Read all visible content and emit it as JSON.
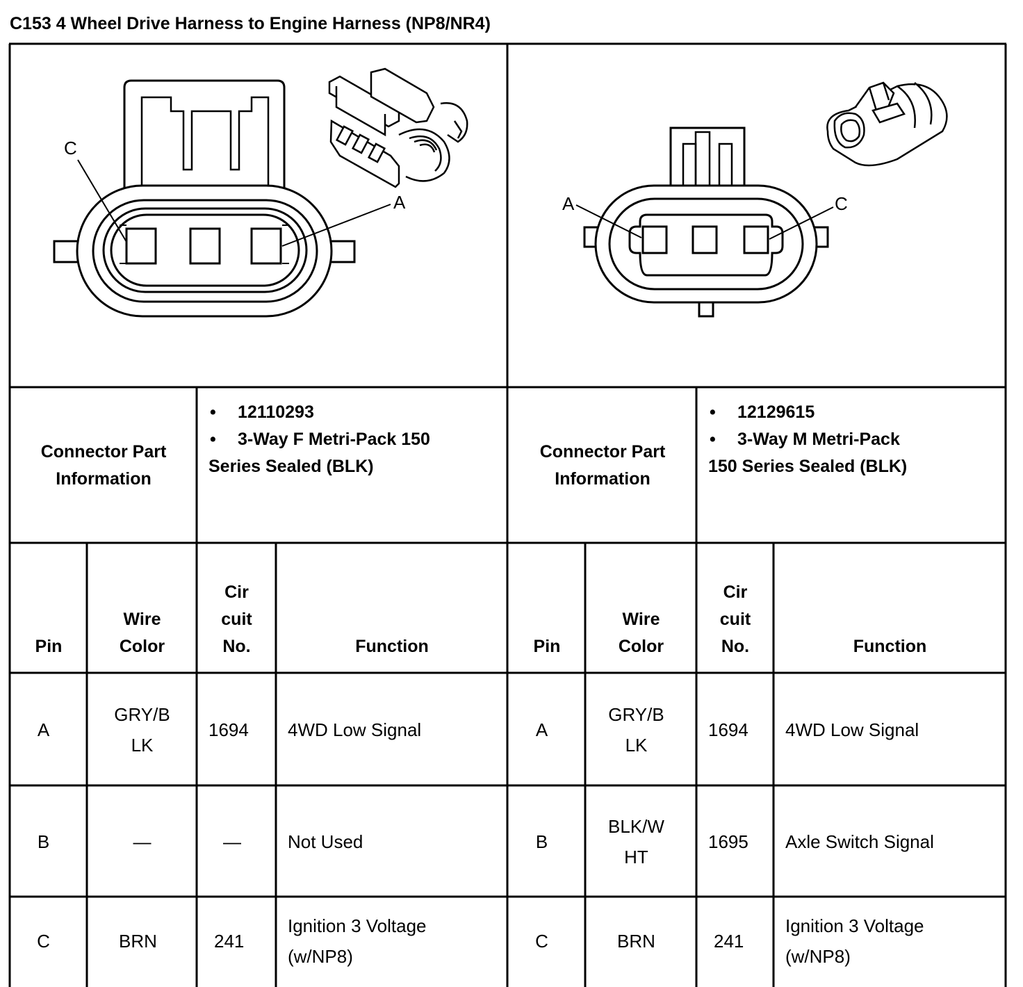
{
  "title": "C153 4 Wheel Drive Harness to Engine Harness (NP8/NR4)",
  "left": {
    "pin_labels": {
      "c": "C",
      "a": "A"
    },
    "info_label": "Connector Part Information",
    "part_number": "12110293",
    "description_line1": "3-Way F Metri-Pack 150",
    "description_line2": "Series Sealed (BLK)",
    "headers": {
      "pin": "Pin",
      "wire_color_1": "Wire",
      "wire_color_2": "Color",
      "circuit_1": "Cir",
      "circuit_2": "cuit",
      "circuit_3": "No.",
      "function": "Function"
    },
    "rows": [
      {
        "pin": "A",
        "wire1": "GRY/B",
        "wire2": "LK",
        "circuit": "1694",
        "function1": "4WD Low Signal",
        "function2": ""
      },
      {
        "pin": "B",
        "wire1": "—",
        "wire2": "",
        "circuit": "—",
        "function1": "Not Used",
        "function2": ""
      },
      {
        "pin": "C",
        "wire1": "BRN",
        "wire2": "",
        "circuit": "241",
        "function1": "Ignition 3 Voltage",
        "function2": "(w/NP8)"
      }
    ]
  },
  "right": {
    "pin_labels": {
      "a": "A",
      "c": "C"
    },
    "info_label": "Connector Part Information",
    "part_number": "12129615",
    "description_line1": "3-Way M Metri-Pack",
    "description_line2": "150 Series Sealed (BLK)",
    "headers": {
      "pin": "Pin",
      "wire_color_1": "Wire",
      "wire_color_2": "Color",
      "circuit_1": "Cir",
      "circuit_2": "cuit",
      "circuit_3": "No.",
      "function": "Function"
    },
    "rows": [
      {
        "pin": "A",
        "wire1": "GRY/B",
        "wire2": "LK",
        "circuit": "1694",
        "function1": "4WD Low Signal",
        "function2": ""
      },
      {
        "pin": "B",
        "wire1": "BLK/W",
        "wire2": "HT",
        "circuit": "1695",
        "function1": "Axle Switch Signal",
        "function2": ""
      },
      {
        "pin": "C",
        "wire1": "BRN",
        "wire2": "",
        "circuit": "241",
        "function1": "Ignition 3 Voltage",
        "function2": "(w/NP8)"
      }
    ]
  }
}
